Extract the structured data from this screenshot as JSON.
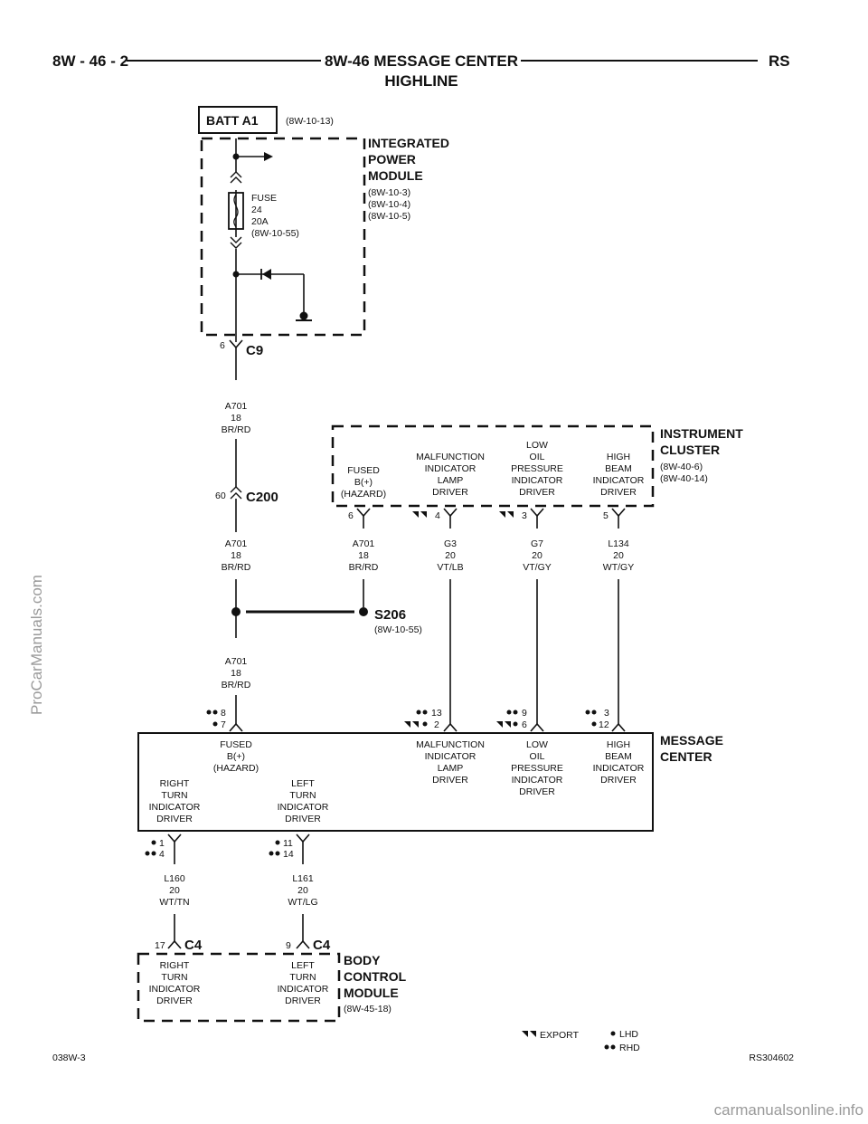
{
  "header": {
    "page_code": "8W - 46 - 2",
    "title_line1": "8W-46 MESSAGE CENTER",
    "title_line2": "HIGHLINE",
    "model": "RS"
  },
  "batt": {
    "label": "BATT A1",
    "ref": "(8W-10-13)"
  },
  "ipm": {
    "name": [
      "INTEGRATED",
      "POWER",
      "MODULE"
    ],
    "refs": [
      "(8W-10-3)",
      "(8W-10-4)",
      "(8W-10-5)"
    ],
    "fuse": [
      "FUSE",
      "24",
      "20A",
      "(8W-10-55)"
    ]
  },
  "c9": {
    "name": "C9",
    "pin": "6"
  },
  "c200": {
    "name": "C200",
    "pin": "60"
  },
  "s206": {
    "name": "S206",
    "ref": "(8W-10-55)"
  },
  "wire_a701": [
    "A701",
    "18",
    "BR/RD"
  ],
  "cluster": {
    "name": [
      "INSTRUMENT",
      "CLUSTER"
    ],
    "refs": [
      "(8W-40-6)",
      "(8W-40-14)"
    ],
    "drivers": [
      {
        "lines": [
          "FUSED",
          "B(+)",
          "(HAZARD)"
        ],
        "pin": "6",
        "wire": [
          "A701",
          "18",
          "BR/RD"
        ]
      },
      {
        "lines": [
          "MALFUNCTION",
          "INDICATOR",
          "LAMP",
          "DRIVER"
        ],
        "pin": "4",
        "wire": [
          "G3",
          "20",
          "VT/LB"
        ]
      },
      {
        "lines": [
          "LOW",
          "OIL",
          "PRESSURE",
          "INDICATOR",
          "DRIVER"
        ],
        "pin": "3",
        "wire": [
          "G7",
          "20",
          "VT/GY"
        ]
      },
      {
        "lines": [
          "HIGH",
          "BEAM",
          "INDICATOR",
          "DRIVER"
        ],
        "pin": "5",
        "wire": [
          "L134",
          "20",
          "WT/GY"
        ]
      }
    ]
  },
  "message_center": {
    "name": [
      "MESSAGE",
      "CENTER"
    ],
    "top_pins": [
      {
        "rhd": "8",
        "lhd": "7"
      },
      {
        "rhd": "13",
        "lhd": "2"
      },
      {
        "rhd": "9",
        "lhd": "6"
      },
      {
        "rhd": "3",
        "lhd": "12"
      }
    ],
    "fused": [
      "FUSED",
      "B(+)",
      "(HAZARD)"
    ],
    "malfunction": [
      "MALFUNCTION",
      "INDICATOR",
      "LAMP",
      "DRIVER"
    ],
    "low_oil": [
      "LOW",
      "OIL",
      "PRESSURE",
      "INDICATOR",
      "DRIVER"
    ],
    "high_beam": [
      "HIGH",
      "BEAM",
      "INDICATOR",
      "DRIVER"
    ],
    "right_turn": [
      "RIGHT",
      "TURN",
      "INDICATOR",
      "DRIVER"
    ],
    "left_turn": [
      "LEFT",
      "TURN",
      "INDICATOR",
      "DRIVER"
    ],
    "bottom_pins": [
      {
        "lhd": "1",
        "rhd": "4"
      },
      {
        "lhd": "11",
        "rhd": "14"
      }
    ]
  },
  "wire_l160": [
    "L160",
    "20",
    "WT/TN"
  ],
  "wire_l161": [
    "L161",
    "20",
    "WT/LG"
  ],
  "c4": {
    "name": "C4",
    "pin_right": "17",
    "pin_left": "9"
  },
  "bcm": {
    "name": [
      "BODY",
      "CONTROL",
      "MODULE"
    ],
    "ref": "(8W-45-18)",
    "right_turn": [
      "RIGHT",
      "TURN",
      "INDICATOR",
      "DRIVER"
    ],
    "left_turn": [
      "LEFT",
      "TURN",
      "INDICATOR",
      "DRIVER"
    ]
  },
  "legend": {
    "export": "EXPORT",
    "lhd": "LHD",
    "rhd": "RHD"
  },
  "footer": {
    "left_code": "038W-3",
    "right_code": "RS304602"
  },
  "watermarks": {
    "side": "ProCarManuals.com",
    "bottom": "carmanualsonline.info"
  }
}
